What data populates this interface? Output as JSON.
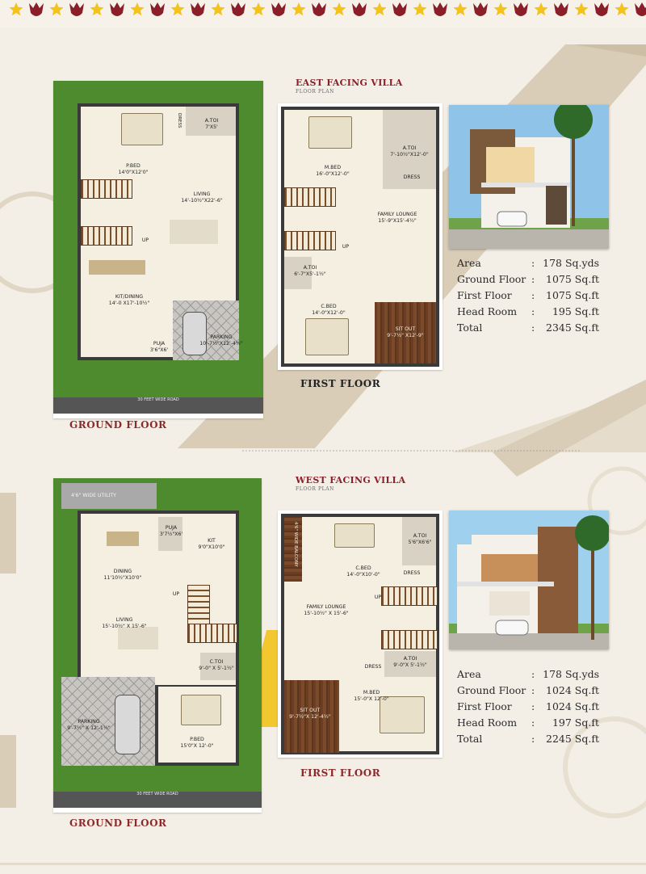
{
  "colors": {
    "accent": "#8a1f2a",
    "beige_band": "#d9cdb8",
    "background": "#f3efe7",
    "gold": "#f3c21b"
  },
  "east": {
    "title": "EAST FACING VILLA",
    "subtitle": "FLOOR PLAN",
    "ground_floor_label": "GROUND FLOOR",
    "first_floor_label": "FIRST FLOOR",
    "ground_plan": {
      "road": "30 FEET WIDE ROAD",
      "rooms": [
        {
          "name": "P.BED",
          "dims": "14'0\"X12'0\""
        },
        {
          "name": "A.TOI",
          "dims": "7'X5'"
        },
        {
          "name": "DRESS",
          "dims": ""
        },
        {
          "name": "LIVING",
          "dims": "14'-10½\"X22'-6\""
        },
        {
          "name": "UP",
          "dims": ""
        },
        {
          "name": "KIT/DINING",
          "dims": "14'-0 X17'-10½\""
        },
        {
          "name": "PUJA",
          "dims": "3'6\"X6'"
        },
        {
          "name": "PARKING",
          "dims": "10'-7½\"X12'-4½\""
        }
      ]
    },
    "first_plan": {
      "rooms": [
        {
          "name": "M.BED",
          "dims": "16'-0\"X12'-0\""
        },
        {
          "name": "A.TOI",
          "dims": "7'-10½\"X12'-0\""
        },
        {
          "name": "DRESS",
          "dims": ""
        },
        {
          "name": "FAMILY LOUNGE",
          "dims": "15'-9\"X15'-4½\""
        },
        {
          "name": "UP",
          "dims": ""
        },
        {
          "name": "A.TOI",
          "dims": "6'-7\"X5'-1½\""
        },
        {
          "name": "C.BED",
          "dims": "14'-0\"X12'-0\""
        },
        {
          "name": "SIT OUT",
          "dims": "9'-7½\" X12'-9\""
        }
      ]
    },
    "specs": [
      {
        "label": "Area",
        "value": "178 Sq.yds"
      },
      {
        "label": "Ground Floor",
        "value": "1075 Sq.ft"
      },
      {
        "label": "First Floor",
        "value": "1075 Sq.ft"
      },
      {
        "label": "Head Room",
        "value": "195 Sq.ft"
      },
      {
        "label": "Total",
        "value": "2345 Sq.ft"
      }
    ]
  },
  "west": {
    "title": "WEST FACING VILLA",
    "subtitle": "FLOOR PLAN",
    "ground_floor_label": "GROUND FLOOR",
    "first_floor_label": "FIRST FLOOR",
    "ground_plan": {
      "road": "30 FEET WIDE ROAD",
      "rooms": [
        {
          "name": "4'6\" WIDE UTILITY",
          "dims": ""
        },
        {
          "name": "PUJA",
          "dims": "3'7½\"X6'"
        },
        {
          "name": "KIT",
          "dims": "9'0\"X10'0\""
        },
        {
          "name": "DINING",
          "dims": "11'10½\"X10'0\""
        },
        {
          "name": "UP",
          "dims": ""
        },
        {
          "name": "LIVING",
          "dims": "15'-10½\" X 15'-6\""
        },
        {
          "name": "C.TOI",
          "dims": "9'-0\" X 5'-1½\""
        },
        {
          "name": "PARKING",
          "dims": "9'-7½\" X 12'-1½\""
        },
        {
          "name": "P.BED",
          "dims": "15'0\"X 12'-0\""
        }
      ]
    },
    "first_plan": {
      "rooms": [
        {
          "name": "4'6\" WIDE BALCONY",
          "dims": ""
        },
        {
          "name": "C.BED",
          "dims": "14'-0\"X10'-0\""
        },
        {
          "name": "A.TOI",
          "dims": "5'6\"X6'6\""
        },
        {
          "name": "DRESS",
          "dims": ""
        },
        {
          "name": "FAMILY LOUNGE",
          "dims": "15'-10½\" X 15'-6\""
        },
        {
          "name": "UP",
          "dims": ""
        },
        {
          "name": "A.TOI",
          "dims": "9'-0\"X 5'-1½\""
        },
        {
          "name": "DRESS",
          "dims": ""
        },
        {
          "name": "M.BED",
          "dims": "15'-0\"X 12'-0\""
        },
        {
          "name": "SIT OUT",
          "dims": "9'-7½\"X 12'-4½\""
        }
      ]
    },
    "specs": [
      {
        "label": "Area",
        "value": "178 Sq.yds"
      },
      {
        "label": "Ground Floor",
        "value": "1024 Sq.ft"
      },
      {
        "label": "First Floor",
        "value": "1024 Sq.ft"
      },
      {
        "label": "Head Room",
        "value": "197 Sq.ft"
      },
      {
        "label": "Total",
        "value": "2245 Sq.ft"
      }
    ]
  }
}
